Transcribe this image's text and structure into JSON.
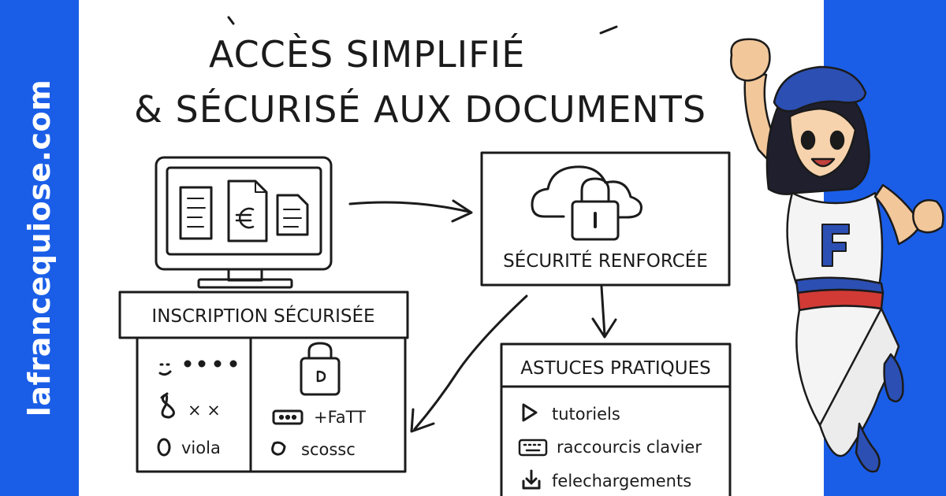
{
  "brand": {
    "site": "lafrancequiose.com"
  },
  "title": {
    "line1": "ACCÈS SIMPLIFIÉ",
    "line2": "& SÉCURISÉ AUX DOCUMENTS"
  },
  "inscription": {
    "label": "INSCRIPTION SÉCURISÉE",
    "left": {
      "row2": "× ×",
      "row3": "viola"
    },
    "right": {
      "row2": "+FaTT",
      "row3": "scossc"
    }
  },
  "securite": {
    "label": "SÉCURITÉ RENFORCÉE"
  },
  "astuces": {
    "label": "ASTUCES PRATIQUES",
    "items": [
      {
        "icon": "play-icon",
        "text": "tutoriels"
      },
      {
        "icon": "keyboard-icon",
        "text": "raccourcis clavier"
      },
      {
        "icon": "download-icon",
        "text": "felechargements"
      }
    ]
  },
  "colors": {
    "band": "#1a5ee8",
    "ink": "#1b1b1b",
    "flag_blue": "#2c4fb3",
    "flag_red": "#d23a36"
  }
}
